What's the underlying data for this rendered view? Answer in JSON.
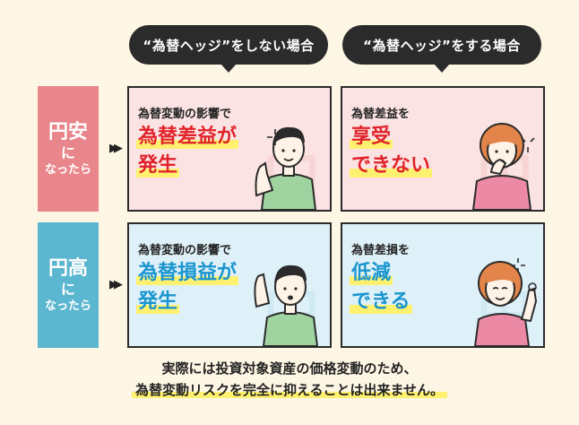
{
  "headers": {
    "left": "“為替ヘッジ”をしない場合",
    "right": "“為替ヘッジ”をする場合"
  },
  "rows": {
    "yasu": {
      "big": "円安",
      "ni": "に",
      "rest": "なったら"
    },
    "taka": {
      "big": "円高",
      "ni": "に",
      "rest": "なったら"
    }
  },
  "panels": {
    "p1": {
      "small": "為替変動の影響で",
      "line1": "為替差益が",
      "line2": "発生",
      "watermark": "円"
    },
    "p2": {
      "small": "為替差益を",
      "line1": "享受",
      "line2": "できない",
      "watermark": "円"
    },
    "p3": {
      "small": "為替変動の影響で",
      "line1": "為替損益が",
      "line2": "発生",
      "watermark": "円"
    },
    "p4": {
      "small": "為替差損を",
      "line1": "低減",
      "line2": "できる",
      "watermark": "円"
    }
  },
  "footer": {
    "line1": "実際には投資対象資産の価格変動のため、",
    "line2": "為替変動リスクを完全に抑えることは出来ません。"
  },
  "colors": {
    "pink_panel": "#fbe3e3",
    "blue_panel": "#dff1f8",
    "pink_label": "#e8868c",
    "blue_label": "#5bb6cf",
    "red_text": "#e0232a",
    "cyan_text": "#1a95cf",
    "highlight": "#fff170"
  },
  "icons": [
    "double-arrow-icon",
    "man-thumbs-up-icon",
    "woman-worried-icon",
    "man-waving-icon",
    "woman-ok-sign-icon",
    "sparkle-icon"
  ]
}
